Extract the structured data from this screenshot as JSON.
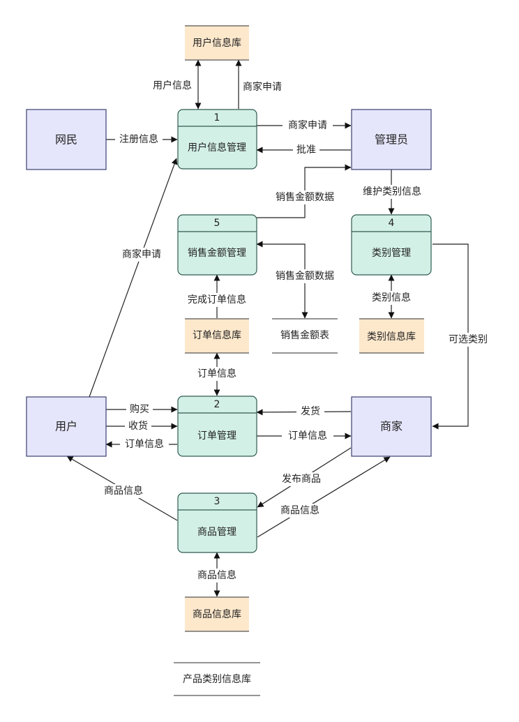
{
  "entities": {
    "netizen": "网民",
    "admin": "管理员",
    "user": "用户",
    "merchant": "商家"
  },
  "processes": {
    "p1": {
      "number": "1",
      "name": "用户信息管理"
    },
    "p2": {
      "number": "2",
      "name": "订单管理"
    },
    "p3": {
      "number": "3",
      "name": "商品管理"
    },
    "p4": {
      "number": "4",
      "name": "类别管理"
    },
    "p5": {
      "number": "5",
      "name": "销售金额管理"
    }
  },
  "stores": {
    "user_info": "用户信息库",
    "order_info": "订单信息库",
    "sales_table": "销售金额表",
    "category_info": "类别信息库",
    "product_info": "商品信息库"
  },
  "flows": {
    "user_info_store_to_p1": "用户信息",
    "p1_merchant_apply_up": "商家申请",
    "netizen_register": "注册信息",
    "p1_to_admin_apply": "商家申请",
    "admin_approve": "批准",
    "user_merchant_apply": "商家申请",
    "sales_data_to_admin": "销售金额数据",
    "admin_maintain_category": "维护类别信息",
    "p5_sales_table": "销售金额数据",
    "category_store_info": "类别信息",
    "order_store_complete": "完成订单信息",
    "selectable_category": "可选类别",
    "order_store_p2": "订单信息",
    "user_buy": "购买",
    "user_receive": "收货",
    "p2_to_user_order": "订单信息",
    "merchant_ship": "发货",
    "p2_to_merchant_order": "订单信息",
    "merchant_publish": "发布商品",
    "p3_to_user_product": "商品信息",
    "p3_to_merchant_product": "商品信息",
    "product_store_info": "商品信息"
  },
  "legend": {
    "label": "产品类别信息库"
  }
}
